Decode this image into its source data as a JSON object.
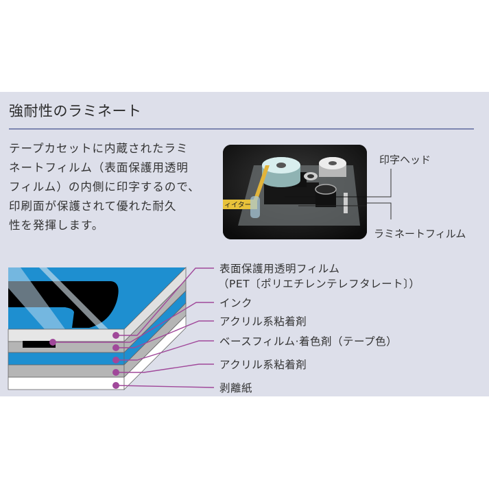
{
  "title": "強耐性のラミネート",
  "description": {
    "lines": [
      "テープカセットに内蔵されたラミ",
      "ネートフィルム（表面保護用透明",
      "フィルム）の内側に印字するので、",
      "印刷面が保護されて優れた耐久",
      "性を発揮します。"
    ]
  },
  "photo": {
    "tape_label": "ィイター",
    "callouts": {
      "print_head": "印字ヘッド",
      "laminate_film": "ラミネートフィルム"
    }
  },
  "layers": [
    {
      "label": "表面保護用透明フィルム",
      "sub": "（PET〔ポリエチレンテレフタレート〕）",
      "color": "#e6e6e6"
    },
    {
      "label": "インク",
      "color": "#000000"
    },
    {
      "label": "アクリル系粘着剤",
      "color": "#b5b5b5"
    },
    {
      "label": "ベースフィルム·着色剤（テープ色）",
      "color": "#1e8fd0"
    },
    {
      "label": "アクリル系粘着剤",
      "color": "#b5b5b5"
    },
    {
      "label": "剥離紙",
      "color": "#ffffff"
    }
  ],
  "colors": {
    "panel_bg": "#dddfea",
    "rule": "#7d86b0",
    "leader": "#a0489a",
    "tape_blue": "#1e8fd0"
  }
}
